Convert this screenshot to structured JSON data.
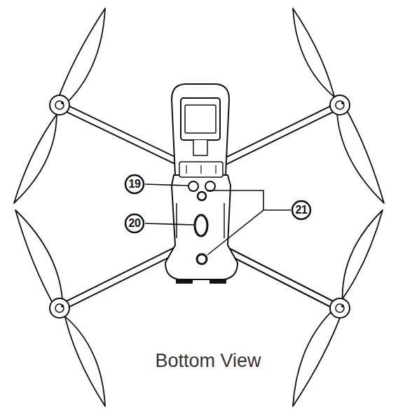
{
  "diagram": {
    "caption": "Bottom View",
    "labels": [
      "19",
      "20",
      "21"
    ]
  }
}
